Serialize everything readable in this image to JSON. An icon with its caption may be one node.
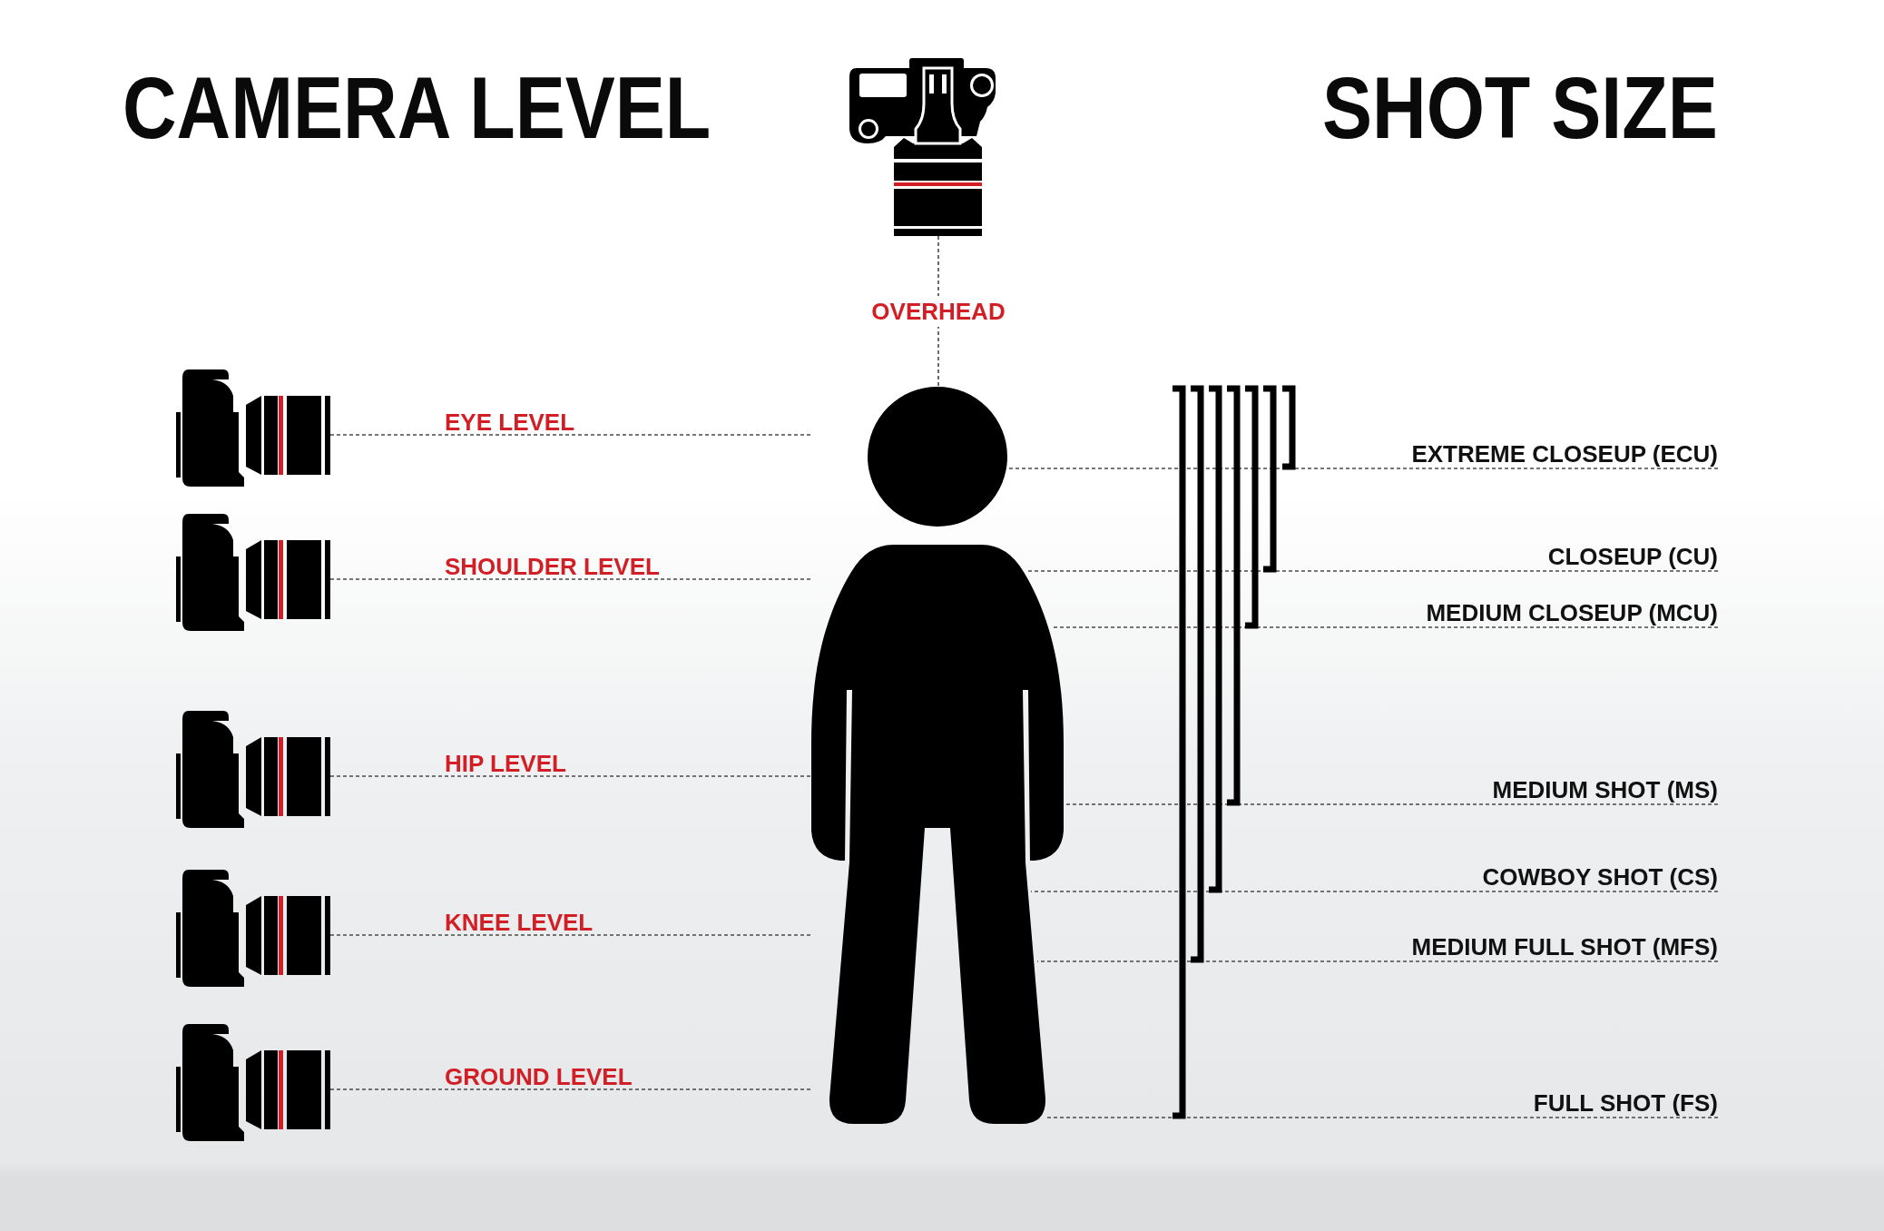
{
  "diagram": {
    "nodes": [
      {
        "text": [],
        "shape": "picture"
      },
      {
        "text": [],
        "shape": "picture"
      },
      {
        "text": [],
        "shape": "picture"
      },
      {
        "text": [],
        "shape": "picture"
      },
      {
        "text": [],
        "shape": "picture"
      },
      {
        "text": [],
        "shape": "picture"
      },
      {
        "text": [],
        "shape": "person"
      },
      {
        "text": [
          "EXTREME CLOSEUP (ECU)"
        ]
      },
      {
        "text": [
          "CLOSEUP (CU)"
        ]
      },
      {
        "text": [
          "MEDIUM CLOSEUP (MCU)"
        ]
      },
      {
        "text": [
          "MEDIUM SHOT (MS)"
        ]
      },
      {
        "text": [
          "COWBOY SHOT (CS)"
        ]
      },
      {
        "text": [
          "MEDIUM FULL SHOT (MFS)"
        ]
      },
      {
        "text": [
          "FULL SHOT (FS)"
        ]
      }
    ],
    "edges": [
      {
        "from": 0,
        "to": 6,
        "arrow": "none",
        "label": "OVERHEAD",
        "style": "dashed"
      },
      {
        "from": 1,
        "to": 6,
        "arrow": "none",
        "label": "EYE LEVEL",
        "style": "dashed"
      },
      {
        "from": 2,
        "to": 6,
        "arrow": "none",
        "label": "SHOULDER LEVEL",
        "style": "dashed"
      },
      {
        "from": 3,
        "to": 6,
        "arrow": "none",
        "label": "HIP LEVEL",
        "style": "dashed"
      },
      {
        "from": 4,
        "to": 6,
        "arrow": "none",
        "label": "KNEE LEVEL",
        "style": "dashed"
      },
      {
        "from": 5,
        "to": 6,
        "arrow": "none",
        "label": "GROUND LEVEL",
        "style": "dashed"
      },
      {
        "from": 7,
        "to": 6,
        "arrow": "none",
        "style": "dashed"
      },
      {
        "from": 8,
        "to": 6,
        "arrow": "none",
        "style": "dashed"
      },
      {
        "from": 9,
        "to": 6,
        "arrow": "none",
        "style": "dashed"
      },
      {
        "from": 10,
        "to": 6,
        "arrow": "none",
        "style": "dashed"
      },
      {
        "from": 11,
        "to": 6,
        "arrow": "none",
        "style": "dashed"
      },
      {
        "from": 12,
        "to": 6,
        "arrow": "none",
        "style": "dashed"
      },
      {
        "from": 13,
        "to": 6,
        "arrow": "none",
        "style": "dashed"
      }
    ],
    "labels": [
      "CAMERA LEVEL",
      "SHOT SIZE"
    ]
  }
}
